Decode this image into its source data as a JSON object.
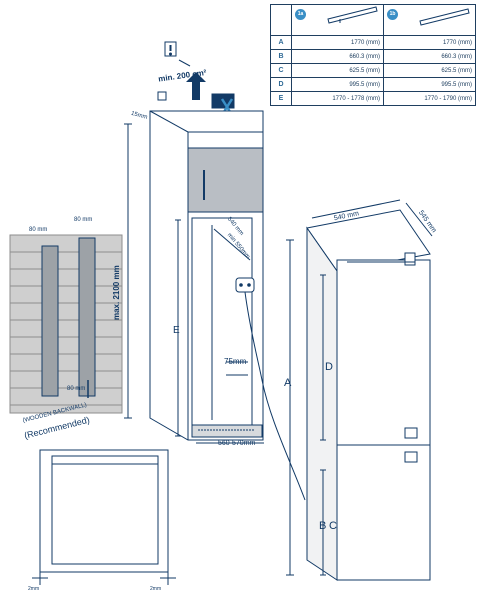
{
  "table": {
    "headers": [
      "1a",
      "1b"
    ],
    "rows": [
      {
        "label": "A",
        "a": "1770 (mm)",
        "b": "1770 (mm)"
      },
      {
        "label": "B",
        "a": "660.3 (mm)",
        "b": "660.3 (mm)"
      },
      {
        "label": "C",
        "a": "625.5 (mm)",
        "b": "625.5 (mm)"
      },
      {
        "label": "D",
        "a": "995.5 (mm)",
        "b": "995.5 (mm)"
      },
      {
        "label": "E",
        "a": "1770 - 1778 (mm)",
        "b": "1770 - 1790 (mm)"
      }
    ]
  },
  "labels": {
    "vent": "min. 200 cm²",
    "top_gap": "15mm",
    "max_height": "max. 2100 mm",
    "cabinet_E": "E",
    "depth_540": "540 mm",
    "min_550": "min 550mm",
    "gap_75": "75mm",
    "width_range": "560-570mm",
    "strip_80_a": "80 mm",
    "strip_80_b": "80 mm",
    "strip_80_c": "80 mm",
    "wooden_backwall": "(WOODEN BACKWALL)",
    "recommended": "(Recommended)",
    "fridge_width": "540 mm",
    "fridge_depth": "545 mm",
    "fridge_A": "A",
    "fridge_D": "D",
    "fridge_B": "B",
    "fridge_C": "C",
    "gap_2mm_left": "2mm",
    "gap_2mm_right": "2mm"
  },
  "colors": {
    "line": "#123a66",
    "door_panel": "#b9bec4",
    "badge": "#3a8fc6",
    "wall": "#cfcfcf"
  }
}
